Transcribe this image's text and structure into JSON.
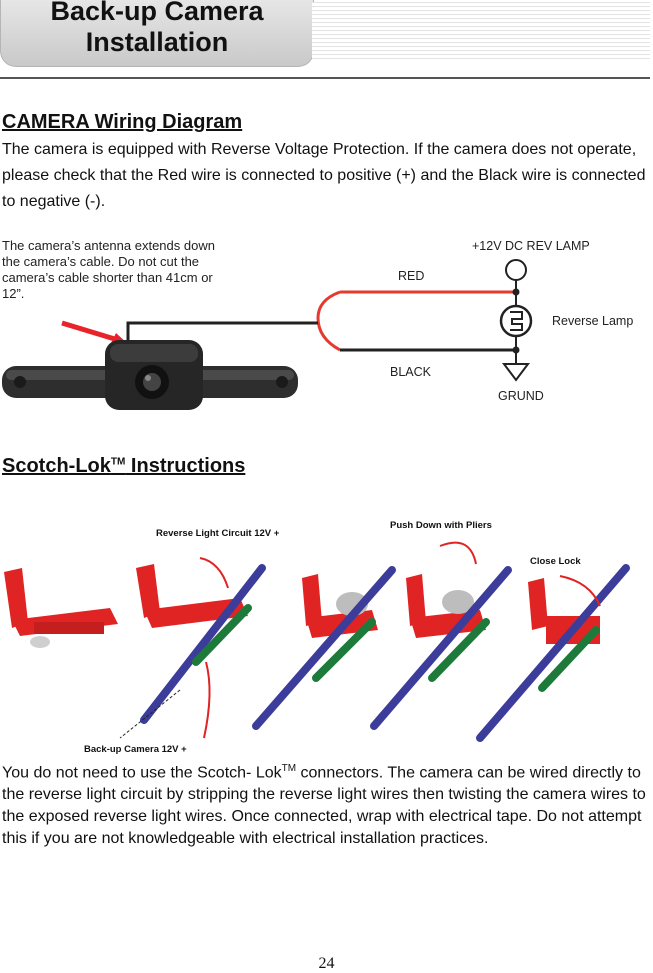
{
  "header": {
    "title_line1": "Back-up Camera",
    "title_line2": "Installation"
  },
  "wiring": {
    "heading": "CAMERA Wiring Diagram",
    "paragraph": "The camera is equipped with Reverse Voltage Protection. If the camera does not operate, please check that the Red wire is connected to positive (+) and the Black wire is connected to negative (-).",
    "note": "The camera’s antenna extends down the camera’s cable. Do not cut the camera’s cable shorter than 41cm or 12”.",
    "labels": {
      "power": "+12V DC REV LAMP",
      "red": "RED",
      "black": "BLACK",
      "lamp": "Reverse Lamp",
      "ground": "GRUND"
    },
    "colors": {
      "red_wire": "#e53a2e",
      "black_wire": "#222222",
      "arrow": "#e8242a"
    }
  },
  "scotch": {
    "heading_prefix": "Scotch-Lok",
    "heading_tm": "TM",
    "heading_suffix": " Instructions",
    "labels": {
      "reverse_circuit": "Reverse Light Circuit 12V +",
      "push_down": "Push Down with Pliers",
      "close_lock": "Close Lock",
      "backup_camera": "Back-up Camera 12V +"
    },
    "paragraph_prefix": "You do not need to use the Scotch- Lok",
    "paragraph_tm": "TM",
    "paragraph_suffix": " connectors. The camera can be wired directly to the reverse light circuit by stripping the reverse light wires then twisting the camera wires to the exposed reverse light wires. Once connected, wrap with electrical tape. Do not attempt this if you are not knowledgeable with electrical installation practices."
  },
  "footer": {
    "page_number": "24"
  }
}
